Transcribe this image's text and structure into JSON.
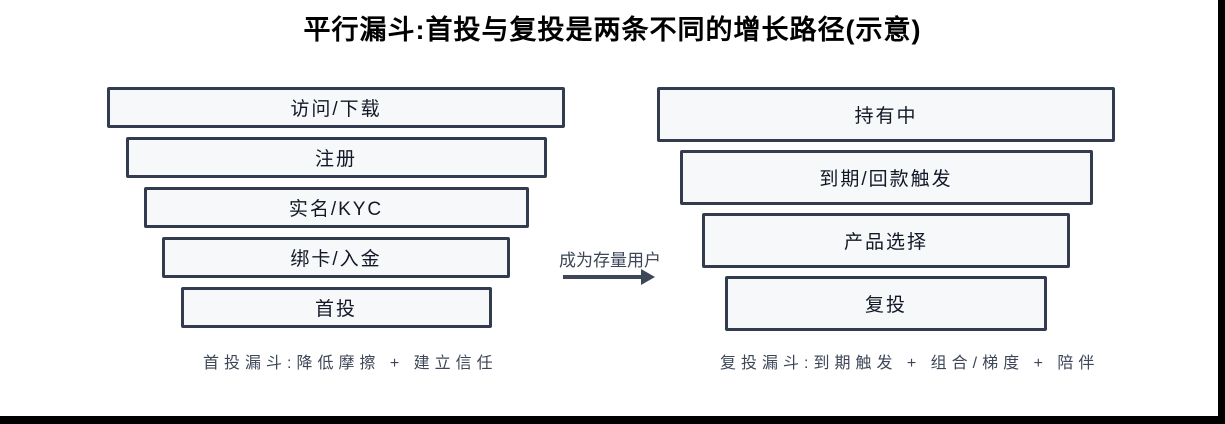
{
  "title": "平行漏斗:首投与复投是两条不同的增长路径(示意)",
  "transition": {
    "label": "成为存量用户"
  },
  "left_funnel": {
    "name": "first-investment-funnel",
    "stages": [
      "访问/下载",
      "注册",
      "实名/KYC",
      "绑卡/入金",
      "首投"
    ],
    "caption": "首投漏斗:降低摩擦 + 建立信任"
  },
  "right_funnel": {
    "name": "reinvestment-funnel",
    "stages": [
      "持有中",
      "到期/回款触发",
      "产品选择",
      "复投"
    ],
    "caption": "复投漏斗:到期触发 + 组合/梯度 + 陪伴"
  },
  "colors": {
    "box_border": "#333C4E",
    "box_fill": "#F7F8FA",
    "box_text": "#121826",
    "accent_text": "#3D4757",
    "frame": "#000000",
    "background": "#FFFFFF"
  }
}
